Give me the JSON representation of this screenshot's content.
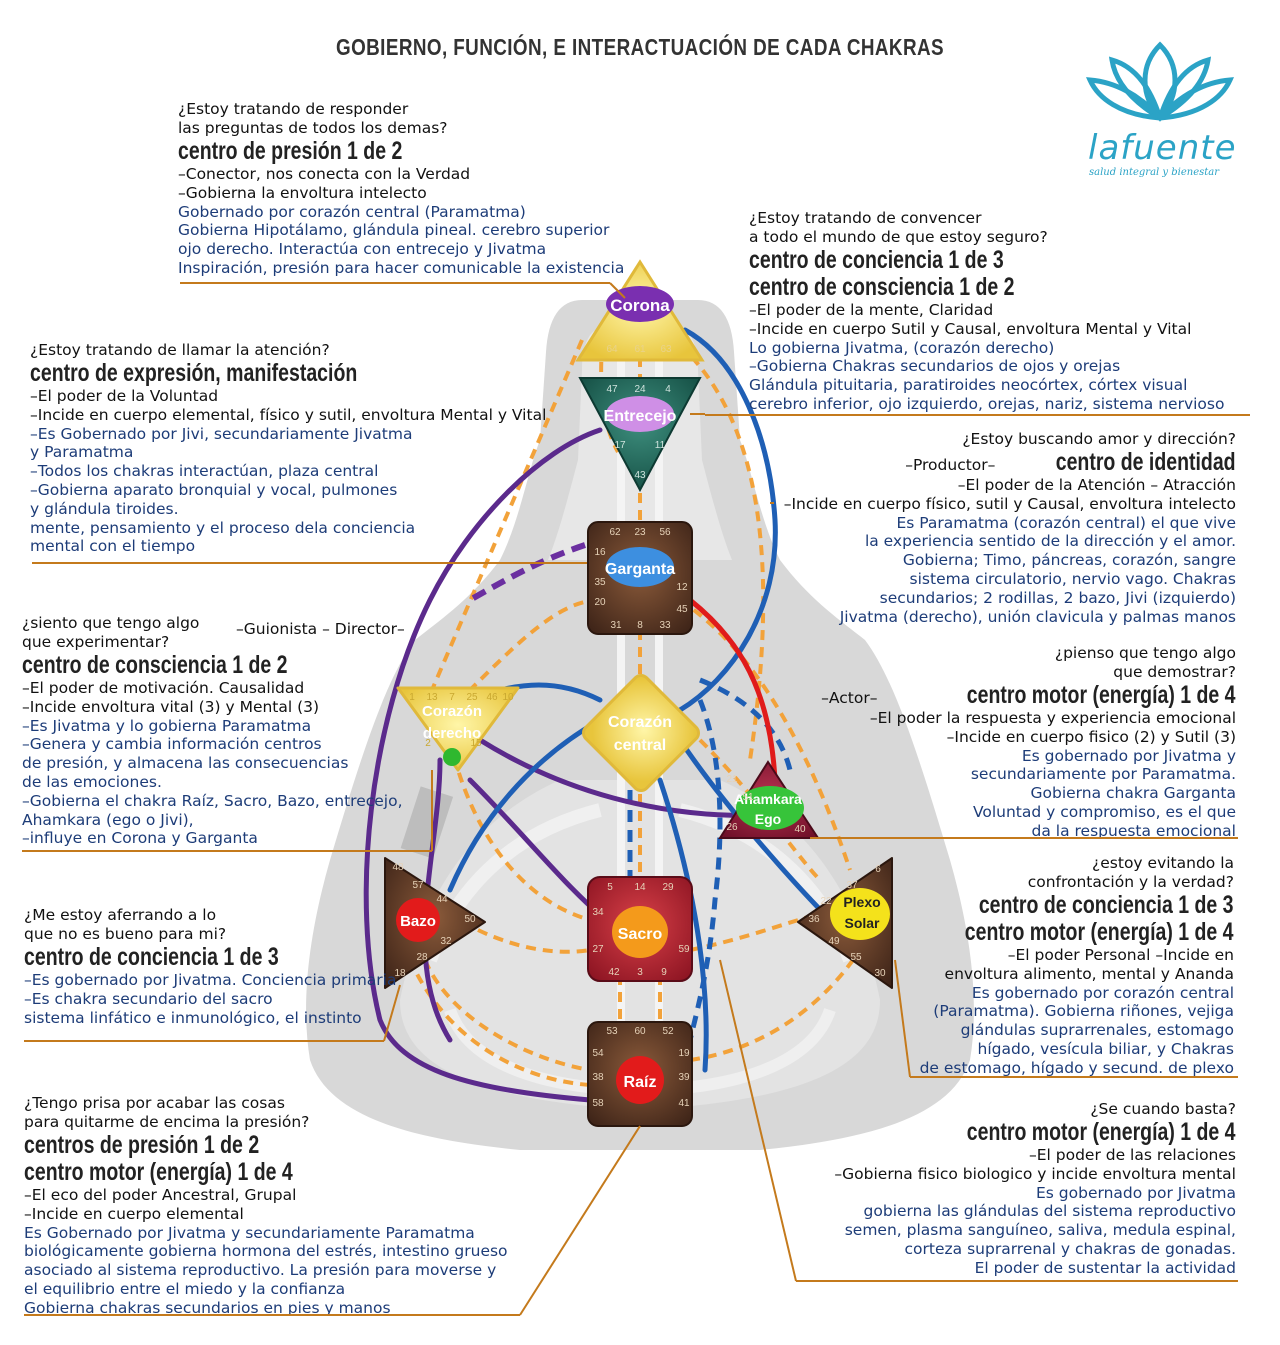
{
  "title": "GOBIERNO, FUNCIÓN, E INTERACTUACIÓN DE  CADA CHAKRAS",
  "logo": {
    "name": "lafuente",
    "tagline": "salud integral y bienestar",
    "icon": "lotus-icon",
    "color": "#2ba3c6"
  },
  "chakras": {
    "corona": {
      "label": "Corona",
      "numbers": [
        "64",
        "61",
        "63"
      ]
    },
    "entrecejo": {
      "label": "Entrecejo",
      "numbers": [
        "47",
        "24",
        "4",
        "17",
        "11",
        "43"
      ]
    },
    "garganta": {
      "label": "Garganta",
      "numbers": [
        "62",
        "23",
        "56",
        "16",
        "35",
        "20",
        "12",
        "31",
        "8",
        "33",
        "45"
      ]
    },
    "corazon_derecho": {
      "line1": "Corazón",
      "line2": "derecho",
      "numbers": [
        "1",
        "13",
        "7",
        "25",
        "46",
        "2",
        "15",
        "10"
      ]
    },
    "corazon_central": {
      "line1": "Corazón",
      "line2": "central"
    },
    "ahamkara": {
      "line1": "Ahamkara",
      "line2": "Ego",
      "numbers": [
        "21",
        "51",
        "26",
        "40"
      ]
    },
    "bazo": {
      "label": "Bazo",
      "numbers": [
        "48",
        "57",
        "44",
        "50",
        "32",
        "28",
        "18"
      ]
    },
    "sacro": {
      "label": "Sacro",
      "numbers": [
        "5",
        "14",
        "29",
        "34",
        "27",
        "59",
        "42",
        "3",
        "9"
      ]
    },
    "plexo": {
      "line1": "Plexo",
      "line2": "Solar",
      "numbers": [
        "6",
        "37",
        "22",
        "36",
        "49",
        "55",
        "30"
      ]
    },
    "raiz": {
      "label": "Raíz",
      "numbers": [
        "53",
        "60",
        "52",
        "54",
        "19",
        "38",
        "39",
        "58",
        "41"
      ]
    }
  },
  "blocks": {
    "corona": {
      "q1": "¿Estoy tratando de responder",
      "q2": "las preguntas de todos los demas?",
      "h1": "centro de presión 1 de 2",
      "t1": "–Conector, nos conecta con la Verdad",
      "t2": "–Gobierna la envoltura intelecto",
      "b1": "Gobernado por corazón central (Paramatma)",
      "b2": "Gobierna Hipotálamo, glándula pineal. cerebro superior",
      "b3": "ojo derecho. Interactúa con entrecejo y Jivatma",
      "b4": " Inspiración, presión para hacer comunicable la existencia"
    },
    "entrecejo": {
      "q1": "¿Estoy tratando de convencer",
      "q2": "a todo el mundo de que estoy seguro?",
      "h1": "centro de conciencia 1 de 3",
      "h2": "centro de consciencia 1 de 2",
      "t1": "–El poder de la mente, Claridad",
      "t2": "–Incide en cuerpo Sutil y Causal, envoltura Mental y Vital",
      "b1": "Lo gobierna Jivatma, (corazón derecho)",
      "b2": "–Gobierna Chakras secundarios de ojos y orejas",
      "b3": "Glándula pituitaria, paratiroides neocórtex, córtex visual",
      "b4": "cerebro inferior, ojo izquierdo, orejas, nariz, sistema nervioso"
    },
    "garganta": {
      "q1": "¿Estoy tratando de llamar la atención?",
      "h1": "centro de expresión, manifestación",
      "t1": "–El poder de la Voluntad",
      "t2": "–Incide en cuerpo elemental, físico y sutil, envoltura Mental y Vital",
      "b1": "–Es Gobernado por Jivi, secundariamente Jivatma",
      "b2": "y Paramatma",
      "b3": "–Todos los chakras interactúan, plaza central",
      "b4": "–Gobierna aparato bronquial y vocal, pulmones",
      "b5": "y glándula tiroides.",
      "b6": "mente, pensamiento y el proceso dela conciencia",
      "b7": "mental con el tiempo"
    },
    "identidad": {
      "q1": "¿Estoy buscando amor y dirección?",
      "pre": "–Productor–",
      "h1": "centro de identidad",
      "t1": "–El poder de la Atención – Atracción",
      "t2": "–Incide en cuerpo físico, sutil y Causal, envoltura intelecto",
      "b1": "Es Paramatma (corazón central) el que vive",
      "b2": "la experiencia sentido de la dirección y el amor.",
      "b3": "Gobierna; Timo, páncreas, corazón, sangre",
      "b4": "sistema circulatorio, nervio vago. Chakras",
      "b5": "secundarios; 2 rodillas, 2 bazo, Jivi (izquierdo)",
      "b6": "Jivatma (derecho), unión clavicula y palmas manos"
    },
    "corazon_derecho": {
      "q1": "¿siento que tengo algo",
      "q2": "que experimentar?",
      "role": "–Guionista – Director–",
      "h1": "centro de consciencia 1 de 2",
      "t1": "–El poder de motivación. Causalidad",
      "t2": "–Incide envoltura vital (3) y Mental (3)",
      "b1": "–Es Jivatma y lo gobierna Paramatma",
      "b2": "–Genera y cambia información centros",
      "b3": " de presión, y almacena las consecuencias",
      "b4": "  de las emociones.",
      "b5": "–Gobierna el chakra Raíz, Sacro, Bazo, entrecejo,",
      "b6": " Ahamkara (ego o Jivi),",
      "b7": "–influye en Corona y Garganta"
    },
    "ahamkara": {
      "q1": "¿pienso que tengo algo",
      "q2": "que demostrar?",
      "pre": "–Actor–",
      "h1": "centro motor (energía) 1 de 4",
      "t1": "–El poder la respuesta y experiencia emocional",
      "t2": "–Incide en cuerpo fisico (2) y Sutil (3)",
      "b1": "Es gobernado por Jivatma y",
      "b2": "secundariamente por Paramatma.",
      "b3": "Gobierna chakra Garganta",
      "b4": "Voluntad y compromiso, es el que",
      "b5": "da la respuesta emocional"
    },
    "bazo": {
      "q1": "¿Me estoy aferrando a lo",
      "q2": "que no es bueno para mi?",
      "h1": "centro de conciencia 1 de 3",
      "b1": "–Es gobernado por Jivatma. Conciencia primaria",
      "b2": "–Es chakra secundario del sacro",
      "b3": "sistema linfático e inmunológico, el instinto"
    },
    "plexo": {
      "q1": "¿estoy evitando la",
      "q2": "confrontación y la verdad?",
      "h1": "centro de conciencia 1 de 3",
      "h2": "centro motor (energía) 1 de 4",
      "t1": "–El poder Personal  –Incide en",
      "t2": "envoltura alimento, mental y Ananda",
      "b1": "Es gobernado por corazón central",
      "b2": "(Paramatma). Gobierna riñones, vejiga",
      "b3": "glándulas suprarrenales, estomago",
      "b4": "hígado, vesícula biliar, y Chakras",
      "b5": "de estomago, hígado y secund. de plexo"
    },
    "raiz": {
      "q1": "¿Tengo prisa por acabar las cosas",
      "q2": "para quitarme de encima la presión?",
      "h1": "centros de presión 1 de 2",
      "h2": "centro motor (energía) 1 de 4",
      "t1": "–El eco del poder Ancestral, Grupal",
      "t2": "–Incide en cuerpo elemental",
      "b1": "Es Gobernado por Jivatma y secundariamente Paramatma",
      "b2": "biológicamente gobierna hormona del estrés, intestino grueso",
      "b3": "asociado al sistema reproductivo. La presión para moverse y",
      "b4": "el equilibrio entre el miedo y la confianza",
      "b5": "Gobierna chakras secundarios en pies y manos"
    },
    "sacro": {
      "q1": "¿Se cuando basta?",
      "h1": "centro motor (energía) 1 de 4",
      "t1": "–El poder de las relaciones",
      "t2": "–Gobierna fisico biologico y incide envoltura mental",
      "b1": "Es gobernado por Jivatma",
      "b2": "gobierna las glándulas del sistema reproductivo",
      "b3": "semen, plasma sanguíneo, saliva, medula espinal,",
      "b4": "corteza suprarrenal y chakras de gonadas.",
      "b5": "El poder de sustentar la actividad"
    }
  },
  "colors": {
    "text_blue": "#1d3c78",
    "underline": "#c47a1c",
    "body_gray": "#d6d6d6",
    "purple_line": "#5b2a8c",
    "blue_line": "#1f5fb5",
    "red_line": "#e01b1b",
    "orange_dash": "#f2a23a"
  }
}
